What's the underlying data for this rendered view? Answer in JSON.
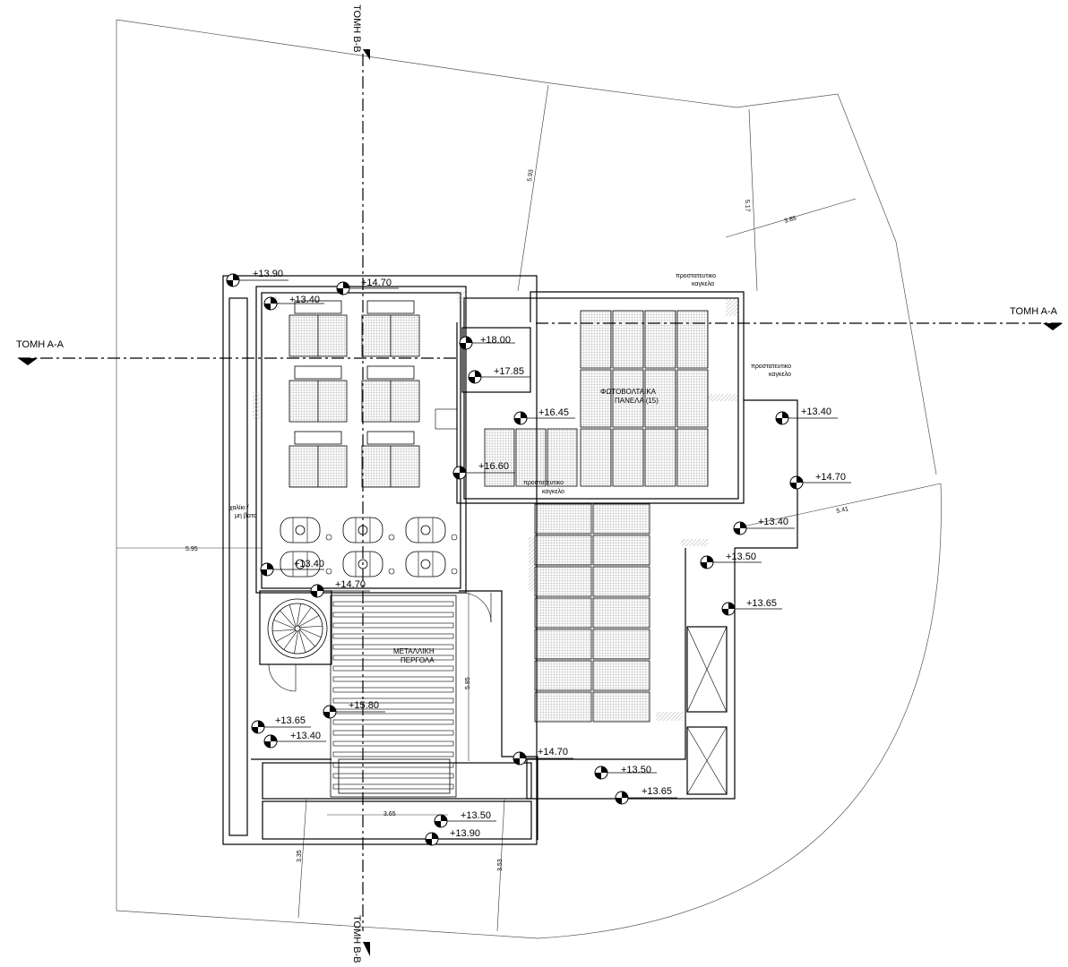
{
  "sections": {
    "aa_left": "ΤΟΜΗ Α-Α",
    "aa_right": "ΤΟΜΗ Α-Α",
    "bb_top": "ΤΟΜΗ Β-Β",
    "bb_bottom": "ΤΟΜΗ Β-Β"
  },
  "levels": {
    "l1390_top": "+13.90",
    "l1470_top": "+14.70",
    "l1340_top": "+13.40",
    "l1800": "+18.00",
    "l1785": "+17.85",
    "l1645": "+16.45",
    "l1660": "+16.60",
    "l1340_right": "+13.40",
    "l1470_right": "+14.70",
    "l1340_mid": "+13.40",
    "l1350_right": "+13.50",
    "l1365_right": "+13.65",
    "l1340_left": "+13.40",
    "l1470_left": "+14.70",
    "l1580": "+15.80",
    "l1365_left": "+13.65",
    "l1340_low": "+13.40",
    "l1470_bottom": "+14.70",
    "l1350_bottom": "+13.50",
    "l1365_bottom": "+13.65",
    "l1350_low": "+13.50",
    "l1390_low": "+13.90"
  },
  "dimensions": {
    "d593": "5.93",
    "d517": "5.17",
    "d385": "3.85",
    "d595": "5.95",
    "d541": "5.41",
    "d585": "5.85",
    "d365": "3.65",
    "d335": "3.35",
    "d353": "3.53"
  },
  "notes": {
    "rail_top_1": "προστατευτικο",
    "rail_top_2": "καγκελα",
    "rail_right_1": "προστατευτικο",
    "rail_right_2": "καγκελο",
    "rail_mid_1": "προστατευτικο",
    "rail_mid_2": "καγκελο",
    "gravel_1": "χαλίκι /",
    "gravel_2": "μη βατο",
    "pv_1": "ΦΩΤΟΒΟΛΤΑΙΚΑ",
    "pv_2": "ΠΑΝΕΛΑ (15)",
    "pergola_1": "ΜΕΤΑΛΛΙΚΗ",
    "pergola_2": "ΠΕΡΓΟΛΑ"
  }
}
